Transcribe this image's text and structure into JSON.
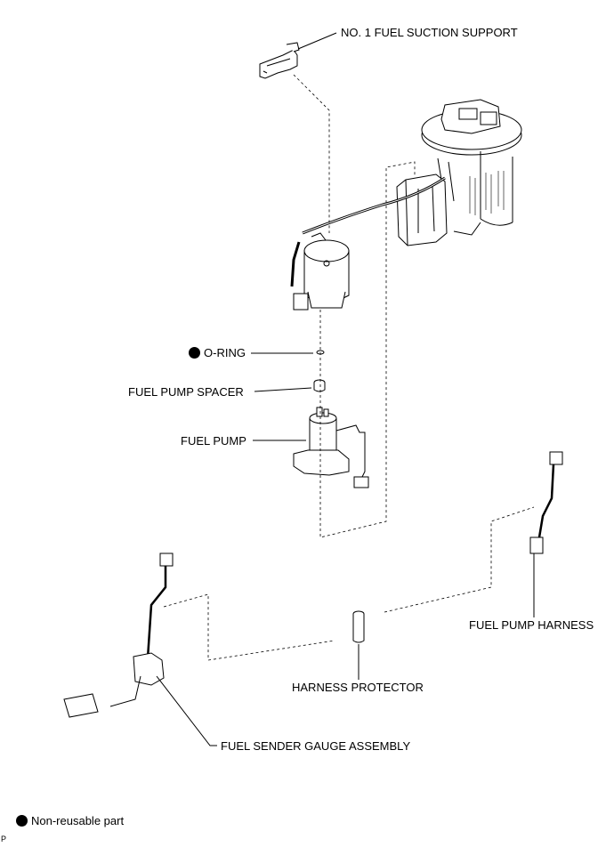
{
  "labels": {
    "suction_support": "NO. 1 FUEL SUCTION SUPPORT",
    "o_ring": "O-RING",
    "pump_spacer": "FUEL PUMP SPACER",
    "fuel_pump": "FUEL PUMP",
    "pump_harness": "FUEL PUMP HARNESS",
    "harness_protector": "HARNESS PROTECTOR",
    "sender_gauge": "FUEL SENDER GAUGE ASSEMBLY"
  },
  "legend": {
    "text": "Non-reusable part"
  },
  "figure_id": "P"
}
